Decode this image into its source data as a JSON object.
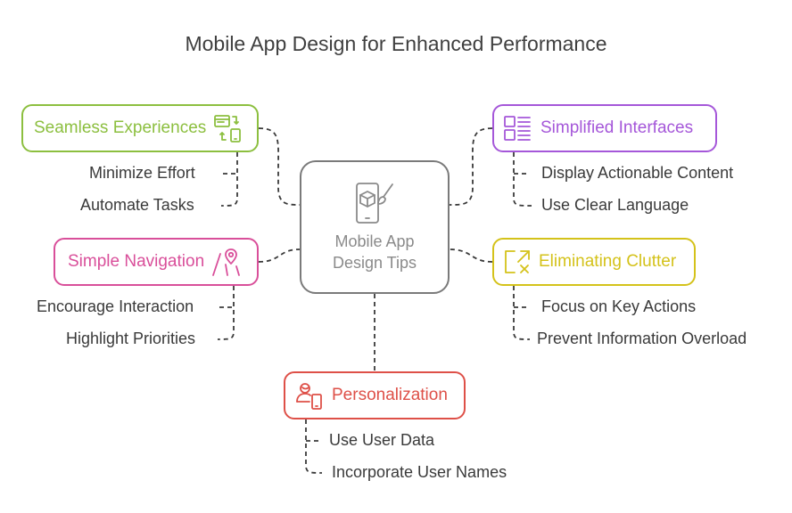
{
  "title": "Mobile App Design for Enhanced Performance",
  "center": {
    "label_line1": "Mobile App",
    "label_line2": "Design Tips",
    "icon": "phone-3d-brush-icon"
  },
  "colors": {
    "center": "#7a7a7a",
    "seamless": "#8cbf3f",
    "simplified": "#a557d9",
    "navigation": "#d94f9a",
    "clutter": "#d4c21a",
    "personalization": "#de5048"
  },
  "nodes": {
    "seamless": {
      "label": "Seamless Experiences",
      "icon": "automation-devices-icon",
      "items": [
        "Minimize Effort",
        "Automate Tasks"
      ]
    },
    "simplified": {
      "label": "Simplified Interfaces",
      "icon": "list-layout-icon",
      "items": [
        "Display Actionable Content",
        "Use Clear Language"
      ]
    },
    "navigation": {
      "label": "Simple Navigation",
      "icon": "map-pin-route-icon",
      "items": [
        "Encourage Interaction",
        "Highlight Priorities"
      ]
    },
    "clutter": {
      "label": "Eliminating Clutter",
      "icon": "expand-close-icon",
      "items": [
        "Focus on Key Actions",
        "Prevent Information Overload"
      ]
    },
    "personalization": {
      "label": "Personalization",
      "icon": "user-device-icon",
      "items": [
        "Use User Data",
        "Incorporate User Names"
      ]
    }
  }
}
